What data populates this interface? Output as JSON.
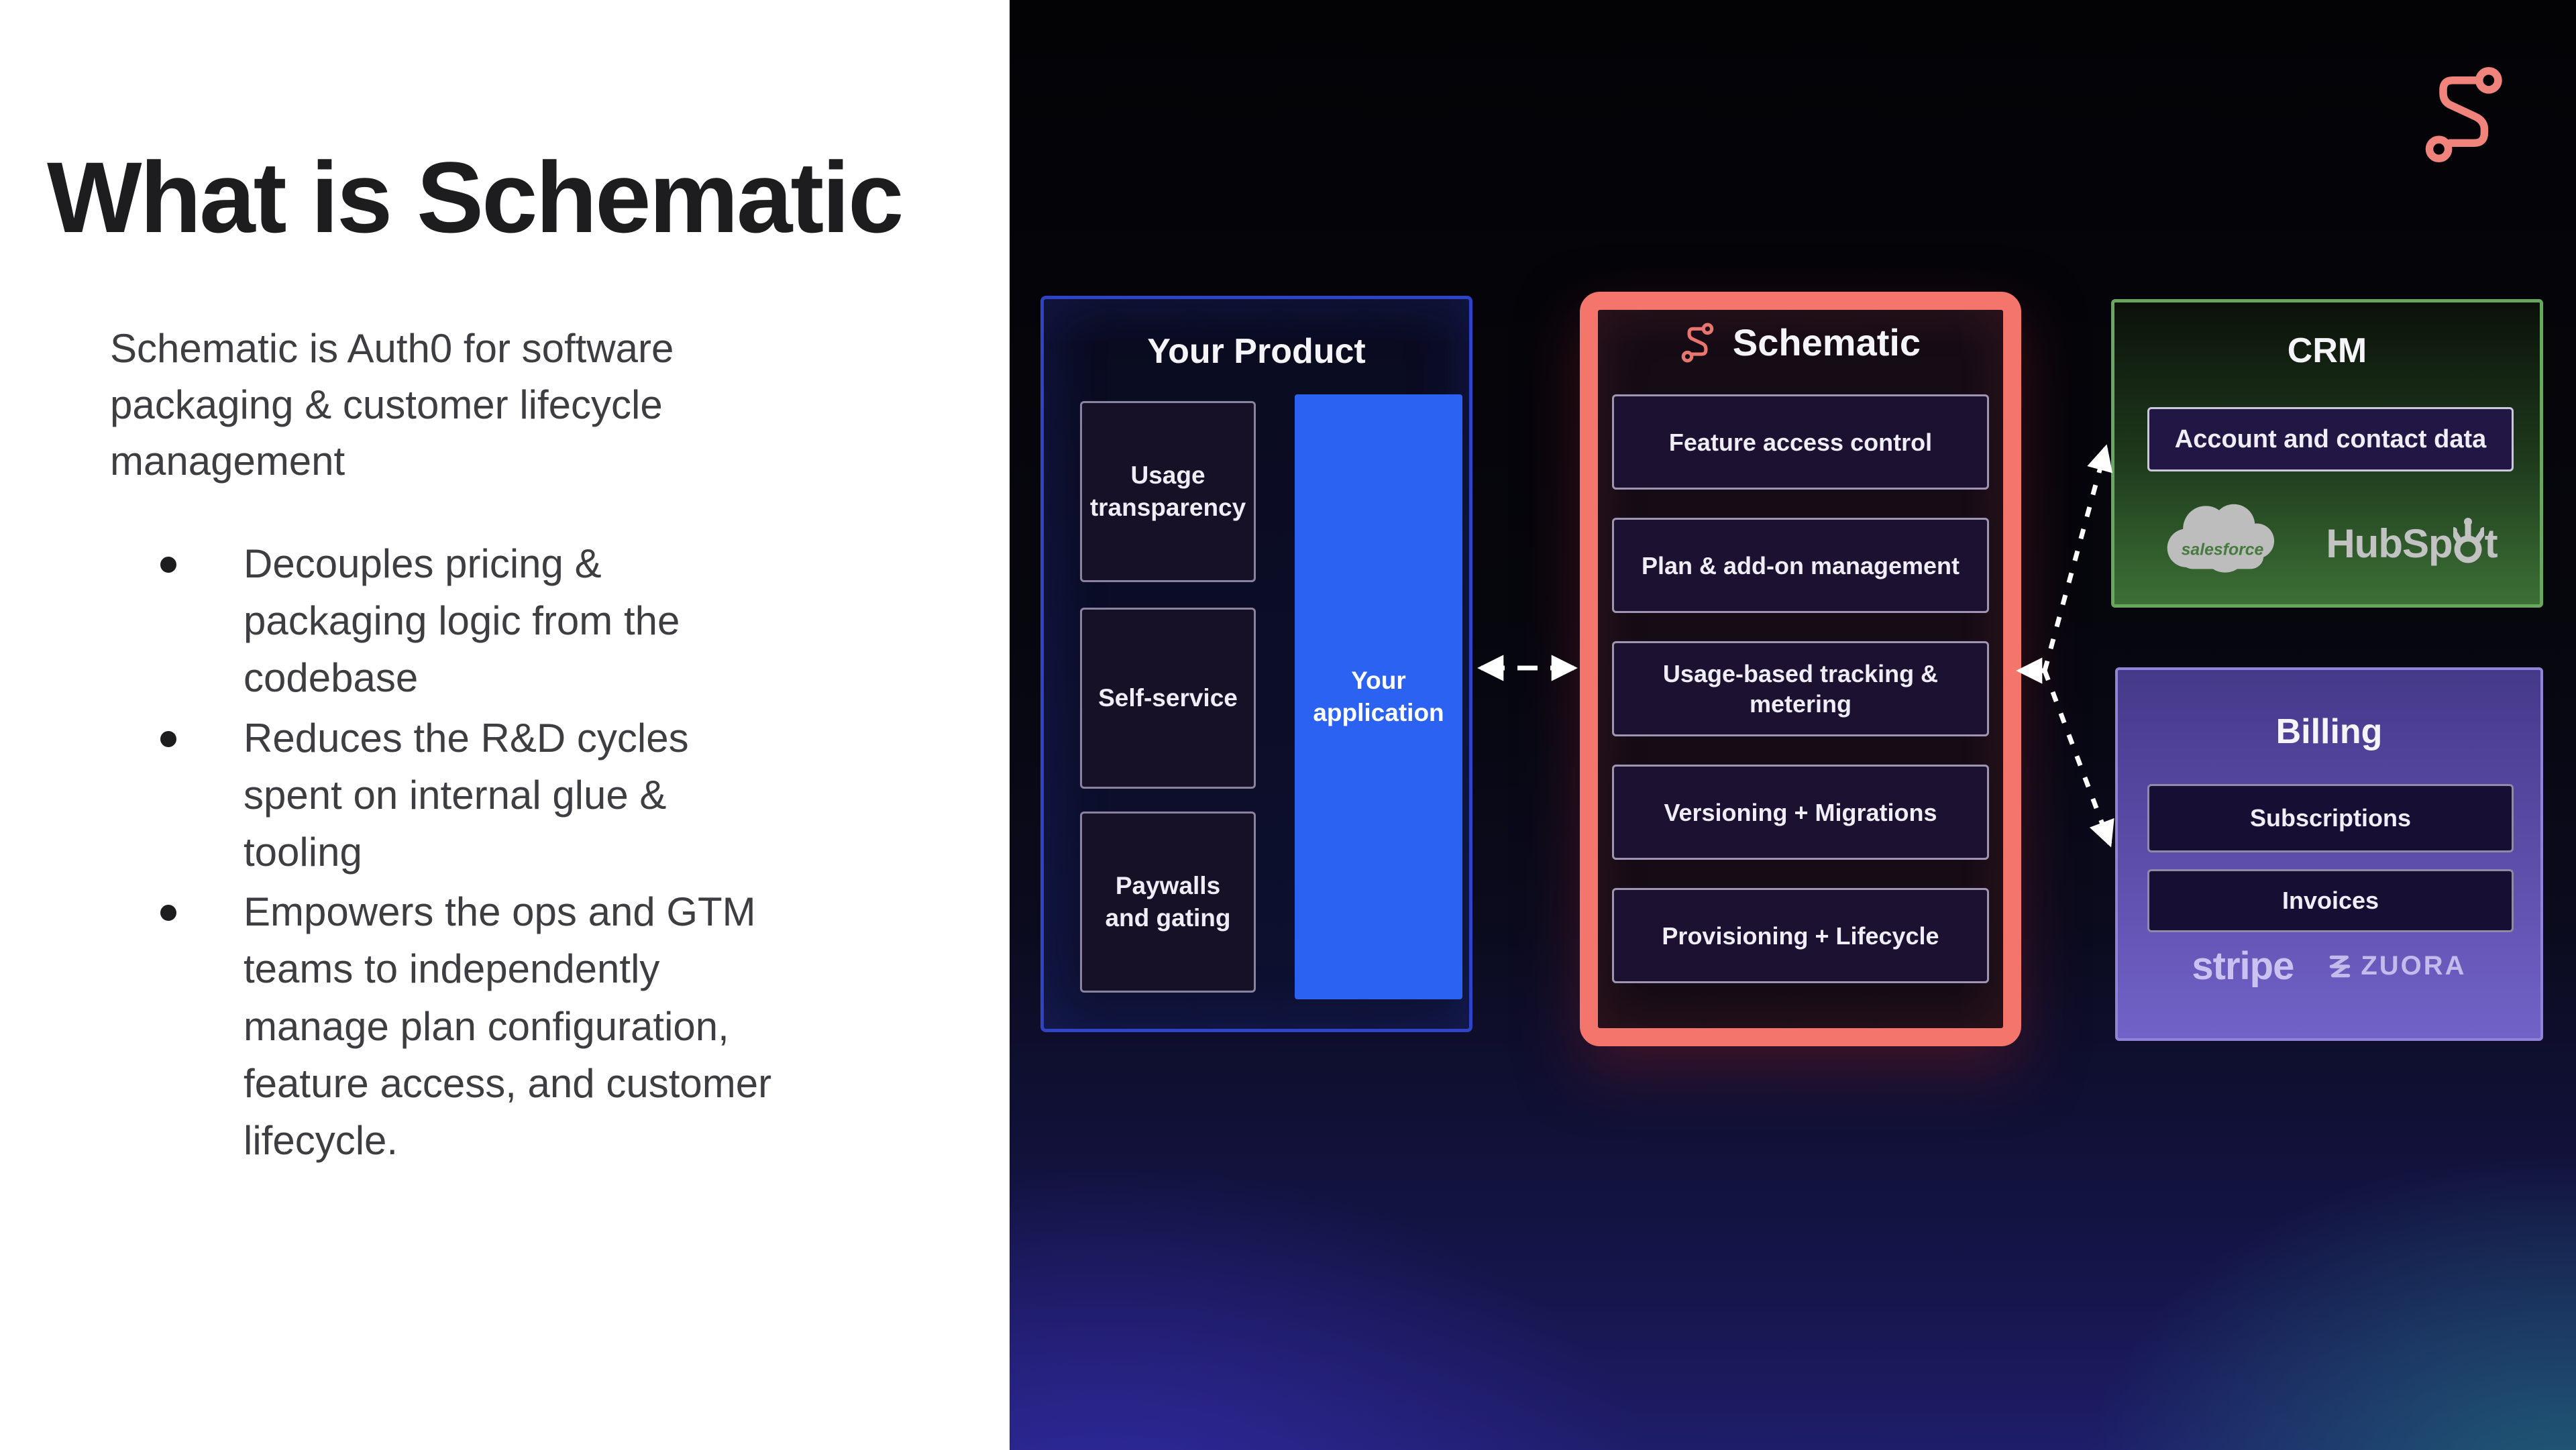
{
  "left_panel": {
    "title": "What is Schematic",
    "intro": "Schematic is Auth0 for software packaging & customer lifecycle management",
    "bullets": [
      "Decouples pricing & packaging logic from the codebase",
      "Reduces the R&D cycles spent on internal glue & tooling",
      "Empowers the ops and GTM teams to independently manage plan configuration, feature access, and customer lifecycle."
    ]
  },
  "diagram": {
    "your_product": {
      "title": "Your Product",
      "features": [
        "Usage transparency",
        "Self-service",
        "Paywalls and gating"
      ],
      "app_label": "Your application"
    },
    "schematic": {
      "title": "Schematic",
      "capabilities": [
        "Feature access control",
        "Plan & add-on management",
        "Usage-based tracking & metering",
        "Versioning + Migrations",
        "Provisioning + Lifecycle"
      ]
    },
    "crm": {
      "title": "CRM",
      "data_box": "Account and contact data",
      "salesforce_label": "salesforce",
      "hubspot_pre": "HubSp",
      "hubspot_post": "t",
      "logos": [
        "salesforce",
        "HubSpot"
      ]
    },
    "billing": {
      "title": "Billing",
      "boxes": [
        "Subscriptions",
        "Invoices"
      ],
      "stripe_label": "stripe",
      "zuora_label": "ZUORA",
      "logos": [
        "stripe",
        "ZUORA"
      ]
    }
  },
  "colors": {
    "accent_coral": "#f3756b",
    "product_blue_border": "#2e43c6",
    "app_blue": "#2c62f1",
    "crm_green": "#67a85e",
    "billing_purple": "#9184d8",
    "arrow_white": "#ffffff",
    "title_dark": "#1d1d1f"
  }
}
